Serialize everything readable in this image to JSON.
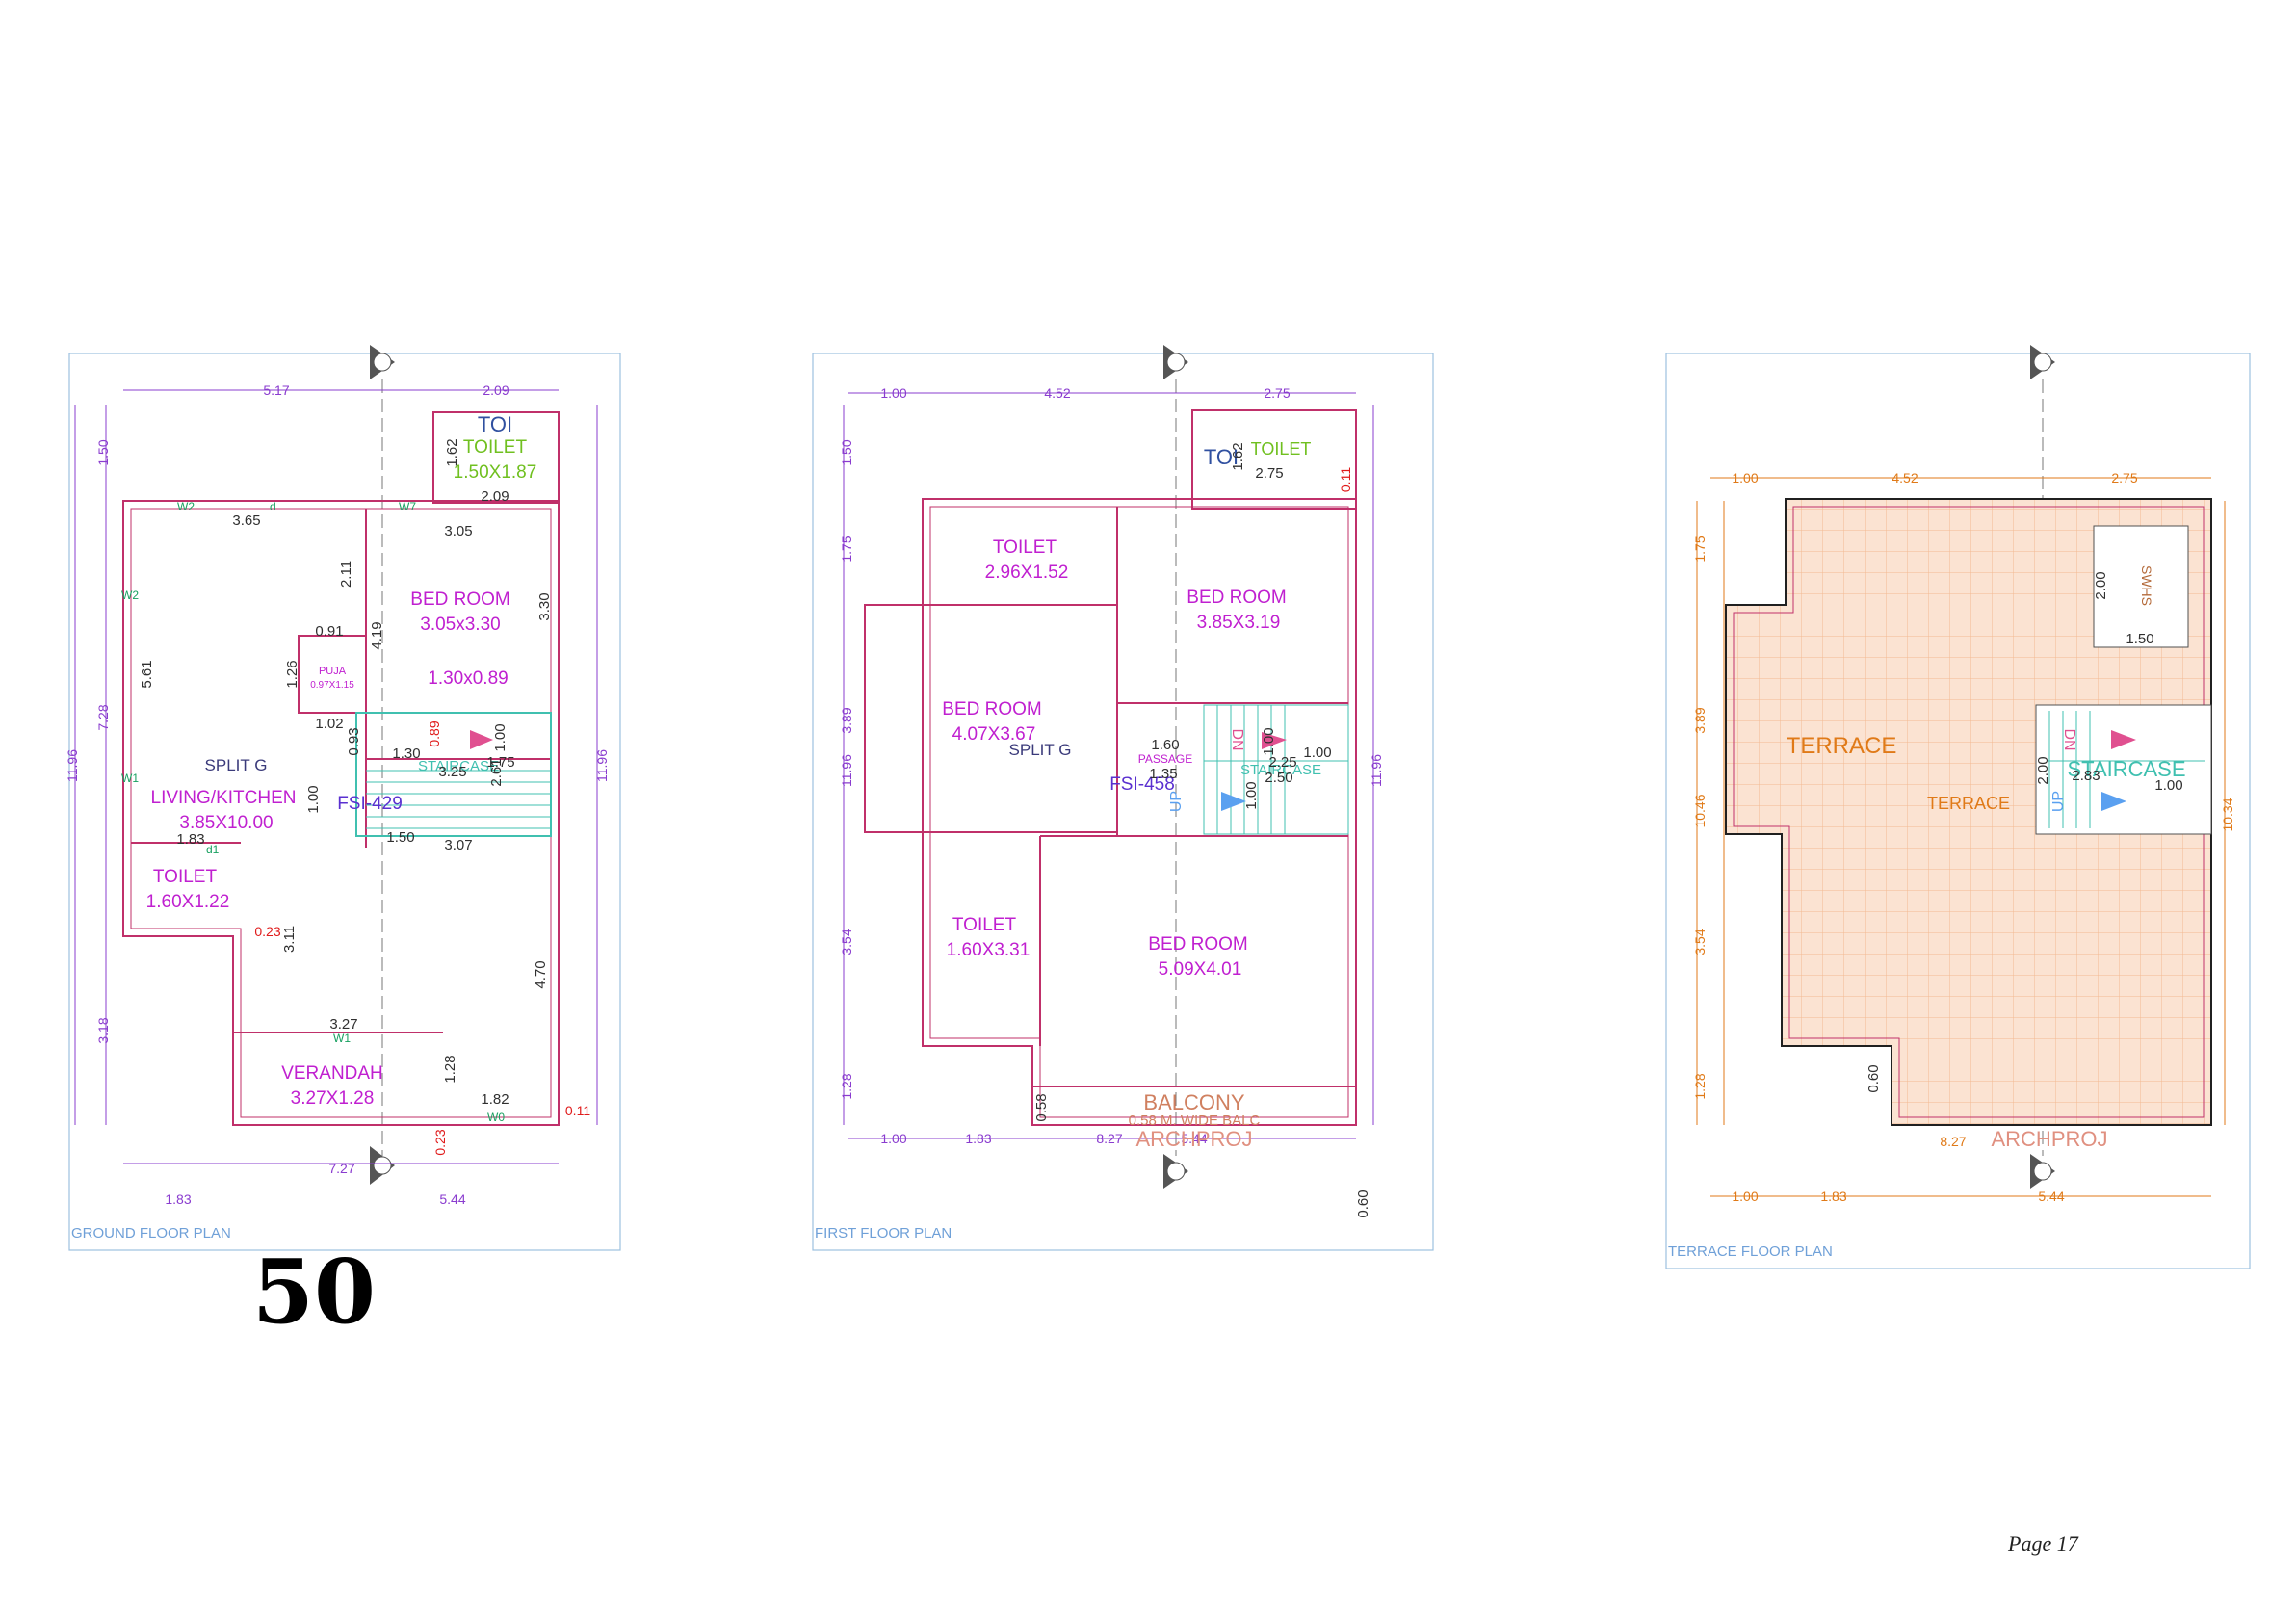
{
  "page": {
    "number_badge": "50",
    "page_label": "Page 17"
  },
  "plans": {
    "ground": {
      "title": "GROUND FLOOR PLAN",
      "top_dims": [
        "5.17",
        "2.09"
      ],
      "bottom_dims": [
        "1.83",
        "7.27",
        "5.44"
      ],
      "left_dims": [
        "1.50",
        "7.28",
        "3.18",
        "11.96"
      ],
      "right_dim": "11.96",
      "rooms": [
        {
          "name": "TOILET",
          "size": "1.50X1.87"
        },
        {
          "name": "BED ROOM",
          "size": "3.05x3.30"
        },
        {
          "name": "LIVING/KITCHEN",
          "size": "3.85X10.00"
        },
        {
          "name": "TOILET",
          "size": "1.60X1.22"
        },
        {
          "name": "VERANDAH",
          "size": "3.27X1.28"
        },
        {
          "name": "PUJA",
          "size": "0.97X1.15"
        }
      ],
      "misc_labels": [
        "TOI",
        "SPLIT G",
        "FSI-429",
        "1.30x0.89",
        "STAIRCASE"
      ],
      "inner_dims": [
        "3.65",
        "3.05",
        "2.11",
        "3.30",
        "0.91",
        "1.26",
        "1.02",
        "4.19",
        "5.61",
        "0.93",
        "1.30",
        "1.00",
        "3.25",
        "1.75",
        "2.61",
        "1.83",
        "1.50",
        "3.07",
        "3.11",
        "4.70",
        "3.27",
        "1.28",
        "1.82",
        "1.62",
        "2.09",
        "0.89",
        "1.00"
      ],
      "red_dims": [
        "0.23",
        "0.23",
        "0.11"
      ],
      "window_tags": [
        "W2",
        "W7",
        "W2",
        "W1",
        "d1",
        "d",
        "W1",
        "W0"
      ]
    },
    "first": {
      "title": "FIRST FLOOR PLAN",
      "top_dims": [
        "1.00",
        "4.52",
        "2.75"
      ],
      "bottom_dims": [
        "1.00",
        "1.83",
        "8.27",
        "5.44"
      ],
      "left_dims": [
        "1.50",
        "1.75",
        "3.89",
        "11.96",
        "3.54",
        "1.28"
      ],
      "right_dim": "11.96",
      "rooms": [
        {
          "name": "TOILET",
          "size": "2.96X1.52"
        },
        {
          "name": "BED ROOM",
          "size": "3.85X3.19"
        },
        {
          "name": "BED ROOM",
          "size": "4.07X3.67"
        },
        {
          "name": "TOILET",
          "size": "1.60X3.31"
        },
        {
          "name": "BED ROOM",
          "size": "5.09X4.01"
        },
        {
          "name": "BALCONY",
          "size": "0.58 M. WIDE BALC"
        }
      ],
      "misc_labels": [
        "TOILET",
        "2.75",
        "TOI",
        "SPLIT G",
        "FSI-458",
        "PASSAGE",
        "STAIRCASE",
        "DN",
        "UP",
        "ARCHPROJ"
      ],
      "inner_dims": [
        "1.62",
        "0.11",
        "1.60",
        "1.35",
        "1.00",
        "2.25",
        "2.50",
        "1.00",
        "1.00",
        "0.58",
        "0.60"
      ]
    },
    "terrace": {
      "title": "TERRACE FLOOR PLAN",
      "top_dims": [
        "1.00",
        "4.52",
        "2.75"
      ],
      "bottom_dims": [
        "1.00",
        "1.83",
        "8.27",
        "5.44"
      ],
      "left_dims": [
        "1.75",
        "3.89",
        "10.46",
        "3.54",
        "1.28"
      ],
      "right_dim": "10.34",
      "labels": [
        "TERRACE",
        "TERRACE",
        "STAIRCASE",
        "SWHS",
        "DN",
        "UP",
        "ARCHPROJ"
      ],
      "inner_dims": [
        "2.00",
        "1.50",
        "2.00",
        "2.83",
        "1.00",
        "0.60"
      ]
    }
  },
  "colors": {
    "wall": "#c0306a",
    "room_text": "#c020d0",
    "dim_line": "#8a3ccf",
    "terrace_fill": "#fbe3d2",
    "terrace_grid": "#f3b991",
    "orange": "#e07a18",
    "frame": "#9cc0e0"
  }
}
